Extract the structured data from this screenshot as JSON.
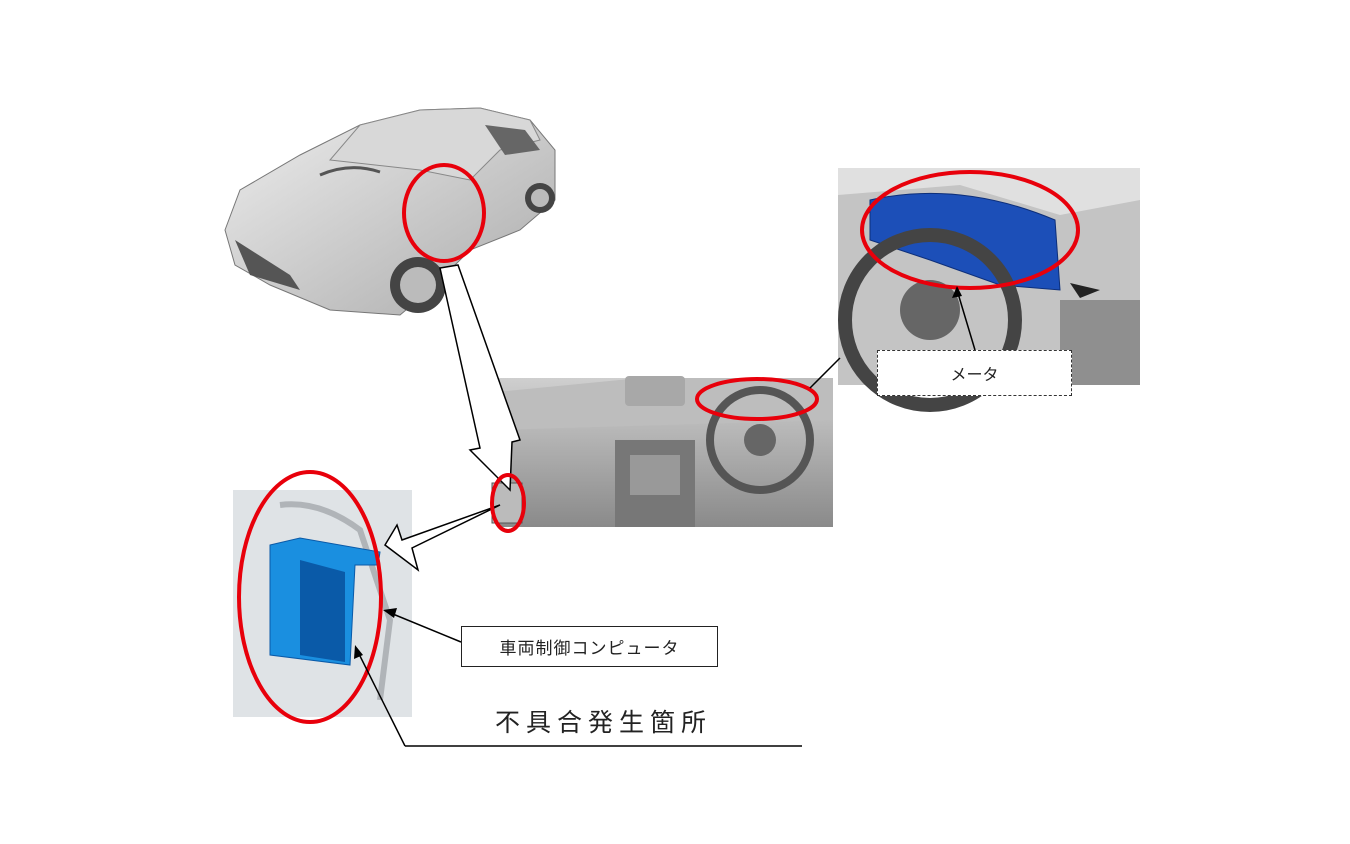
{
  "labels": {
    "meter": "メータ",
    "vehicle_control_computer": "車両制御コンピュータ",
    "defect_location": "不具合発生箇所"
  },
  "colors": {
    "highlight": "#e8000b",
    "part_blue": "#1a8fe0",
    "part_dark_blue": "#0a5aa8"
  }
}
